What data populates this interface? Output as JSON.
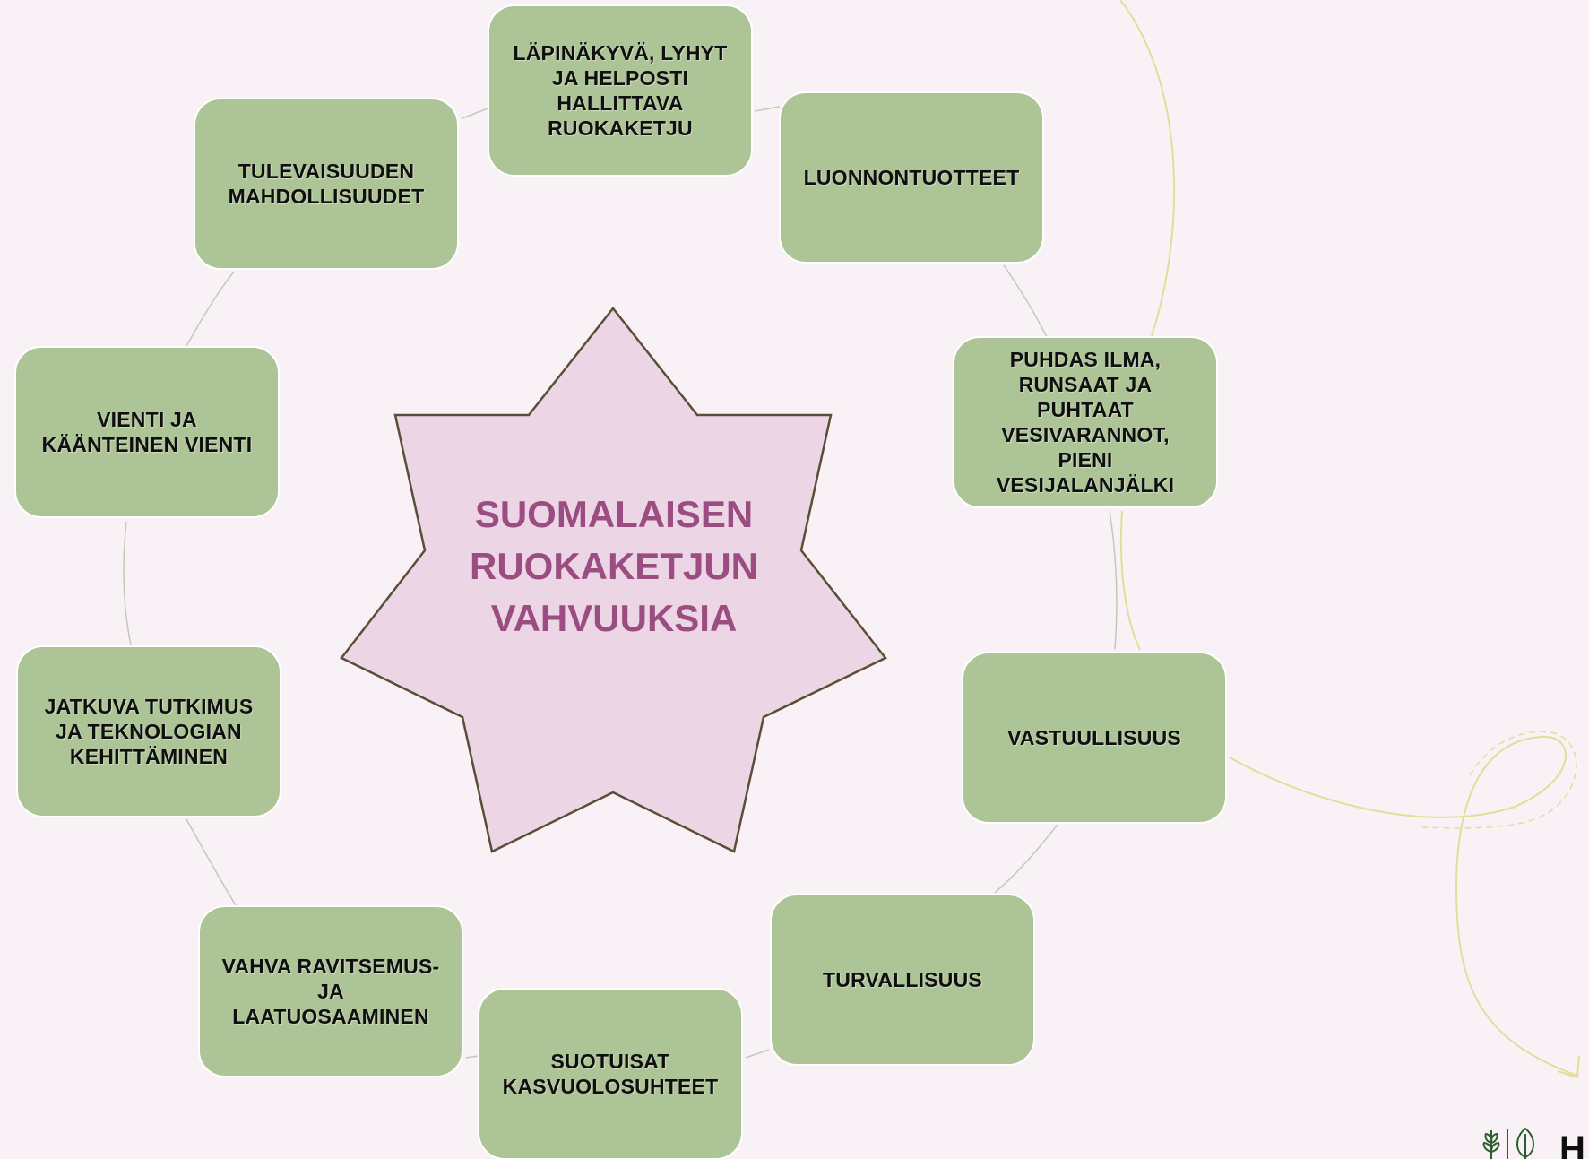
{
  "colors": {
    "background": "#f8f1f6",
    "box_fill": "#adc497",
    "box_border": "#ffffff",
    "star_fill": "#ecd6e5",
    "star_stroke": "#5b4e36",
    "center_text": "#9b4d81",
    "connector": "#c8c6b8",
    "decor_line": "#e4dd9a",
    "logo_green": "#2e5e2e"
  },
  "center": {
    "title": "SUOMALAISEN\nRUOKAKETJUN\nVAHVUUKSIA"
  },
  "nodes": [
    {
      "label": "LÄPINÄKYVÄ, LYHYT\nJA HELPOSTI\nHALLITTAVA\nRUOKAKETJU"
    },
    {
      "label": "LUONNONTUOTTEET"
    },
    {
      "label": "PUHDAS ILMA,\nRUNSAAT JA\nPUHTAAT\nVESIVARANNOT,\nPIENI\nVESIJALANJÄLKI"
    },
    {
      "label": "VASTUULLISUUS"
    },
    {
      "label": "TURVALLISUUS"
    },
    {
      "label": "SUOTUISAT\nKASVUOLOSUHTEET"
    },
    {
      "label": "VAHVA RAVITSEMUS-\nJA\nLAATUOSAAMINEN"
    },
    {
      "label": "JATKUVA TUTKIMUS\nJA TEKNOLOGIAN\nKEHITTÄMINEN"
    },
    {
      "label": "VIENTI JA\nKÄÄNTEINEN VIENTI"
    },
    {
      "label": "TULEVAISUUDEN\nMAHDOLLISUUDET"
    }
  ],
  "logo": {
    "icons": [
      "sprout-icon",
      "leaf-icon"
    ],
    "letter": "H"
  }
}
